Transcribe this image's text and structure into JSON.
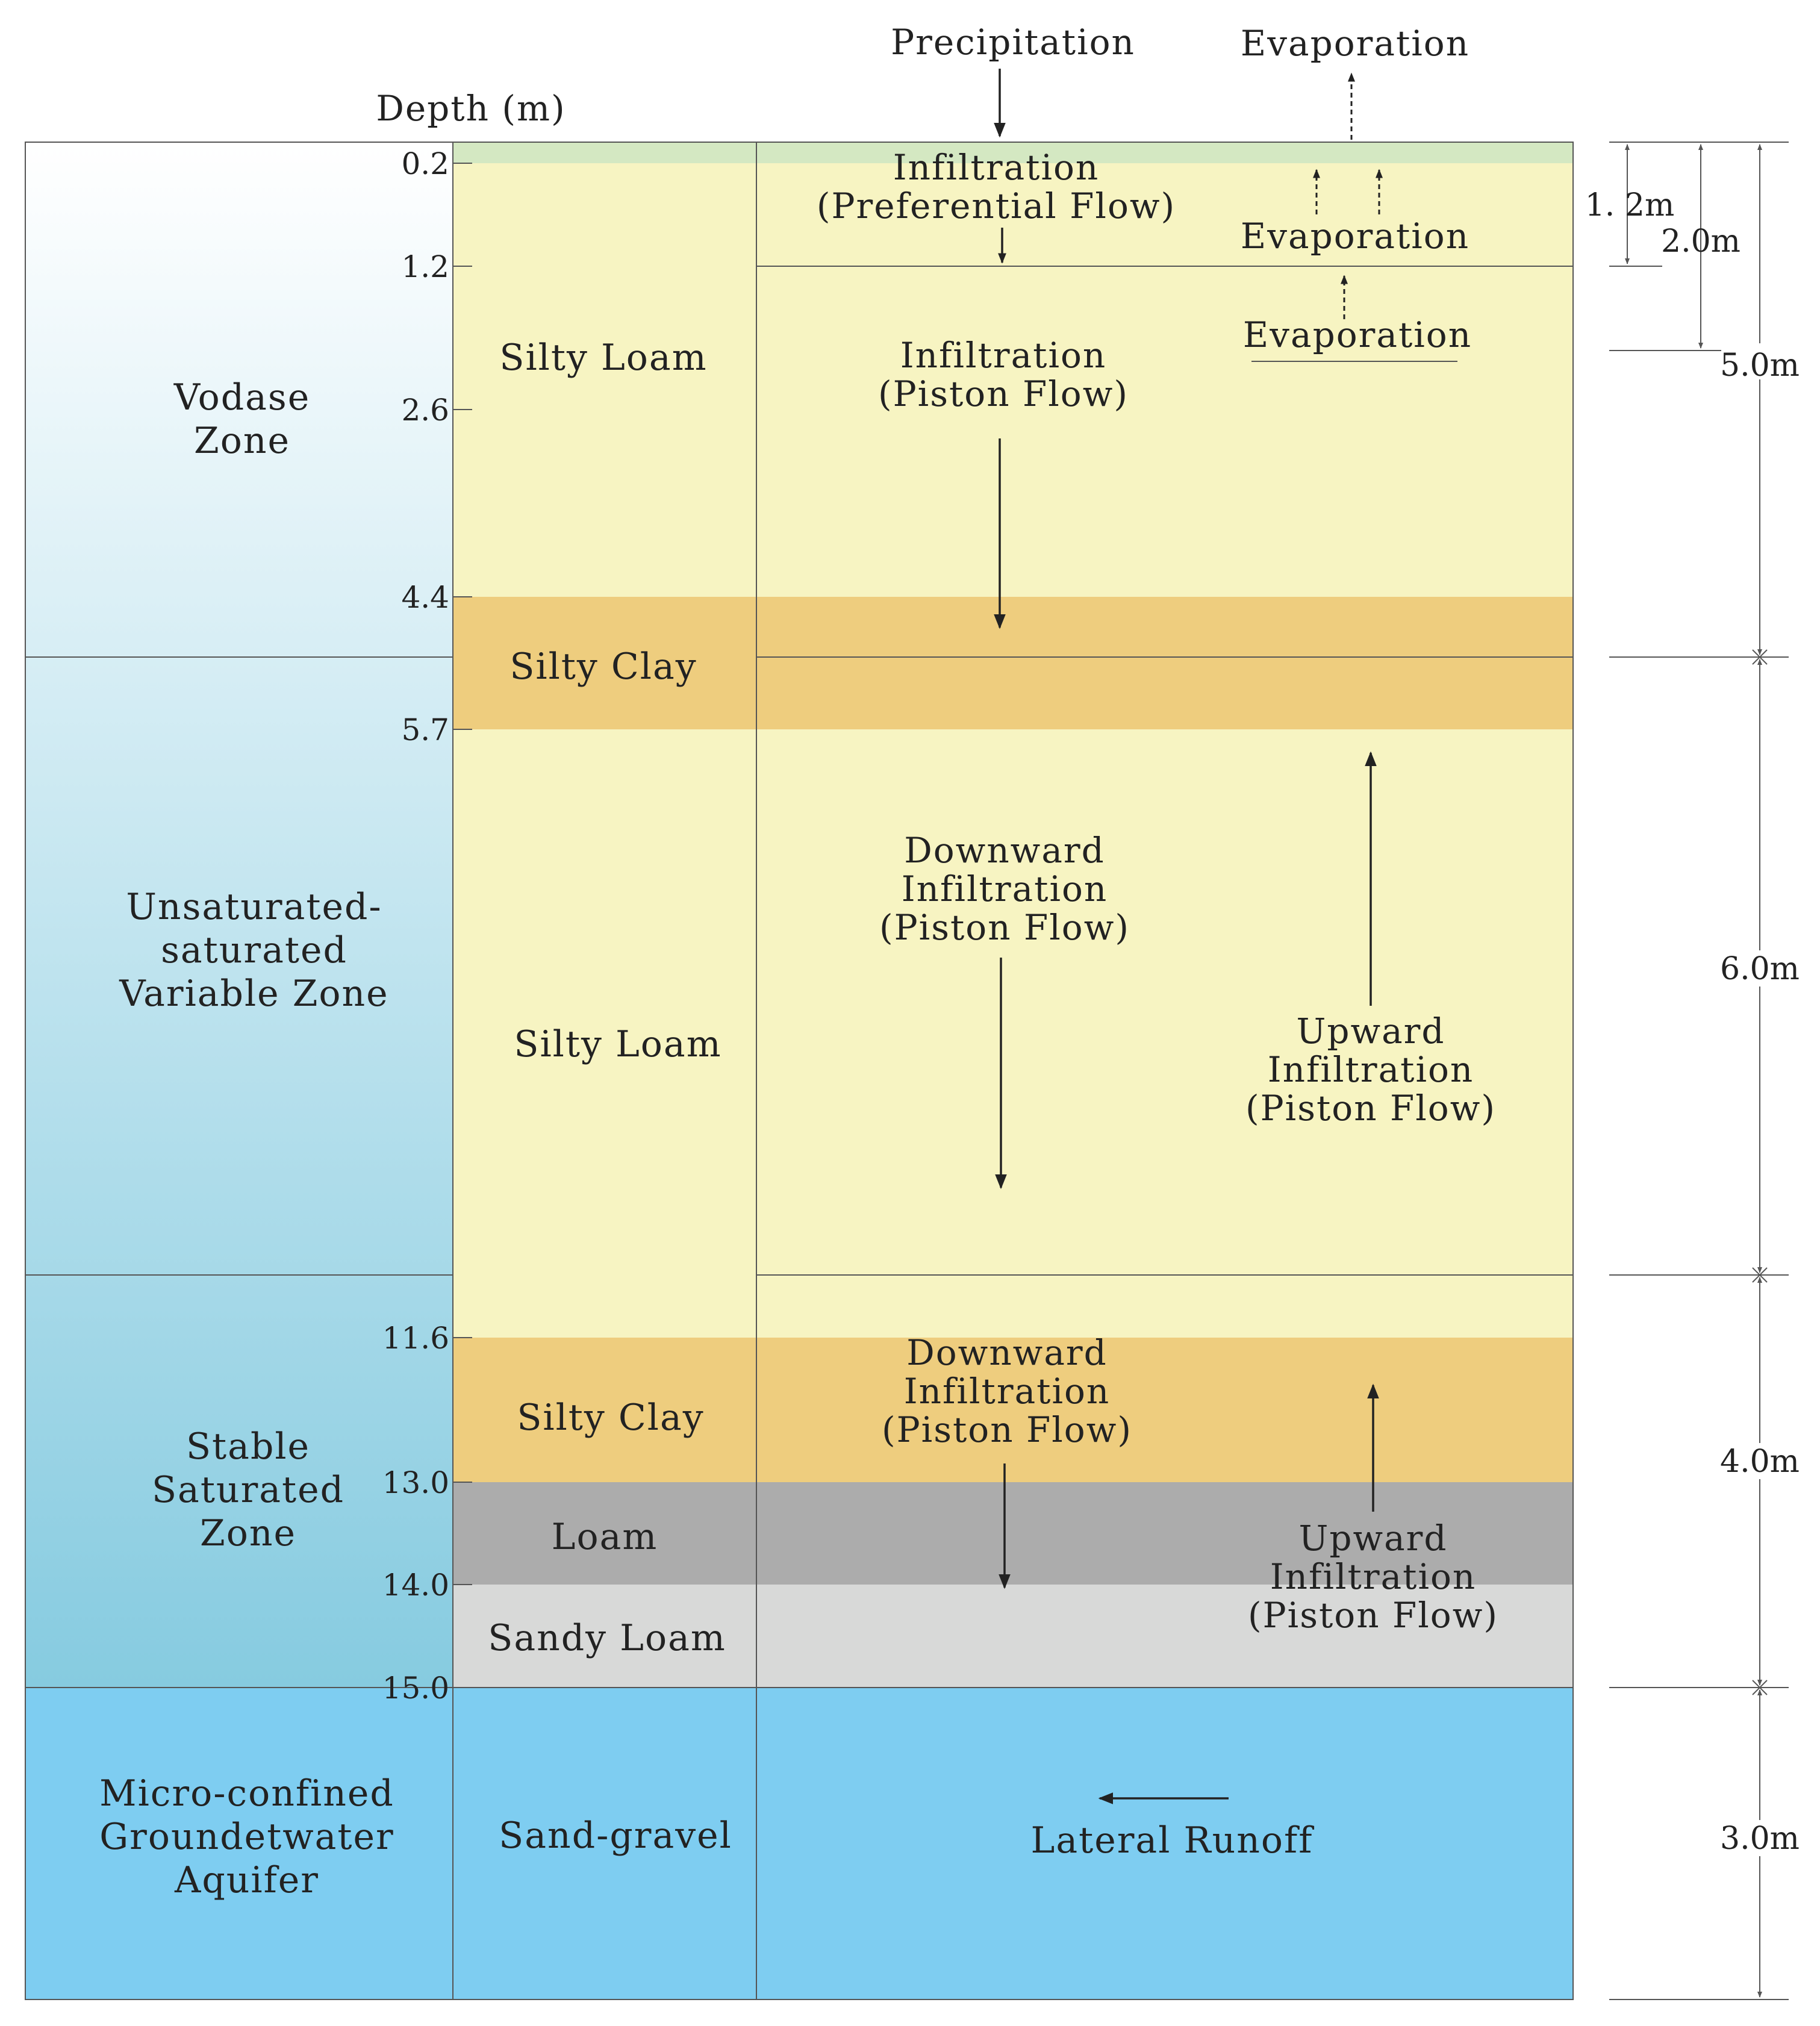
{
  "header": {
    "precipitation": "Precipitation",
    "evaporation": "Evaporation",
    "depth_label": "Depth (m)"
  },
  "depth_ticks": [
    "0.2",
    "1.2",
    "2.6",
    "4.4",
    "5.7",
    "11.6",
    "13.0",
    "14.0",
    "15.0"
  ],
  "zones": {
    "vodase": [
      "Vodase",
      "Zone"
    ],
    "variable": [
      "Unsaturated-",
      "saturated",
      "Variable Zone"
    ],
    "stable": [
      "Stable",
      "Saturated",
      "Zone"
    ],
    "aquifer": [
      "Micro-confined",
      "Groundetwater",
      "Aquifer"
    ]
  },
  "soil_layers": {
    "silty_loam_upper": "Silty Loam",
    "silty_clay_upper": "Silty Clay",
    "silty_loam_middle": "Silty Loam",
    "silty_clay_lower": "Silty Clay",
    "loam": "Loam",
    "sandy_loam": "Sandy Loam",
    "sand_gravel": "Sand-gravel"
  },
  "processes": {
    "infiltration_preferential": [
      "Infiltration",
      "(Preferential  Flow)"
    ],
    "evaporation_upper": "Evaporation",
    "evaporation_lower": "Evaporation",
    "infiltration_piston": [
      "Infiltration",
      "(Piston  Flow)"
    ],
    "downward_middle": [
      "Downward",
      "Infiltration",
      "(Piston  Flow)"
    ],
    "upward_middle": [
      "Upward",
      "Infiltration",
      "(Piston  Flow)"
    ],
    "downward_lower": [
      "Downward",
      "Infiltration",
      "(Piston  Flow)"
    ],
    "upward_lower": [
      "Upward",
      "Infiltration",
      "(Piston  Flow)"
    ],
    "lateral_runoff": "Lateral Runoff"
  },
  "dimensions": {
    "d_1_2": "1. 2m",
    "d_2_0": "2.0m",
    "d_5_0": "5.0m",
    "d_6_0": "6.0m",
    "d_4_0": "4.0m",
    "d_3_0": "3.0m"
  },
  "colors": {
    "silty_loam": "#f7f4c2",
    "silty_clay": "#eecd7e",
    "loam": "#acacac",
    "sandy_loam": "#d8d9d8",
    "sand_gravel": "#7ecdf1",
    "surface_strip": "#d4e8c2",
    "zone_top": "#ffffff",
    "zone_bottom": "#86cbe0"
  }
}
